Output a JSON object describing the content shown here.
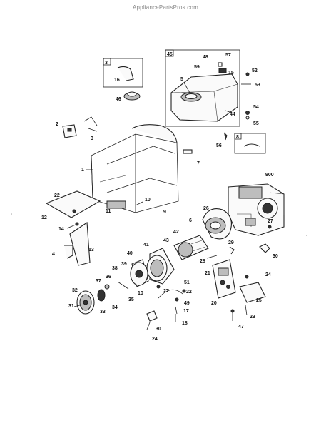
{
  "watermark": "AppliancePartsPros.com",
  "callouts": {
    "c1": "1",
    "c2": "2",
    "c3a": "3",
    "c3b": "3",
    "c4": "4",
    "c5": "5",
    "c6": "6",
    "c7": "7",
    "c8": "8",
    "c9": "9",
    "c10a": "10",
    "c10b": "10",
    "c11": "11",
    "c12": "12",
    "c13": "13",
    "c14": "14",
    "c15": "15",
    "c16": "16",
    "c17": "17",
    "c18": "18",
    "c20": "20",
    "c21": "21",
    "c22a": "22",
    "c22b": "22",
    "c23": "23",
    "c24a": "24",
    "c24b": "24",
    "c25": "25",
    "c26": "26",
    "c27a": "27",
    "c27b": "27",
    "c28": "28",
    "c29": "29",
    "c30a": "30",
    "c30b": "30",
    "c31": "31",
    "c32": "32",
    "c33": "33",
    "c34": "34",
    "c35": "35",
    "c36": "36",
    "c37": "37",
    "c38": "38",
    "c39": "39",
    "c40": "40",
    "c41": "41",
    "c42": "42",
    "c43": "43",
    "c44": "44",
    "c45": "45",
    "c46": "46",
    "c47": "47",
    "c48": "48",
    "c49": "49",
    "c51": "51",
    "c52": "52",
    "c53": "53",
    "c54": "54",
    "c55": "55",
    "c56": "56",
    "c57": "57",
    "c59": "59",
    "c900": "900"
  }
}
